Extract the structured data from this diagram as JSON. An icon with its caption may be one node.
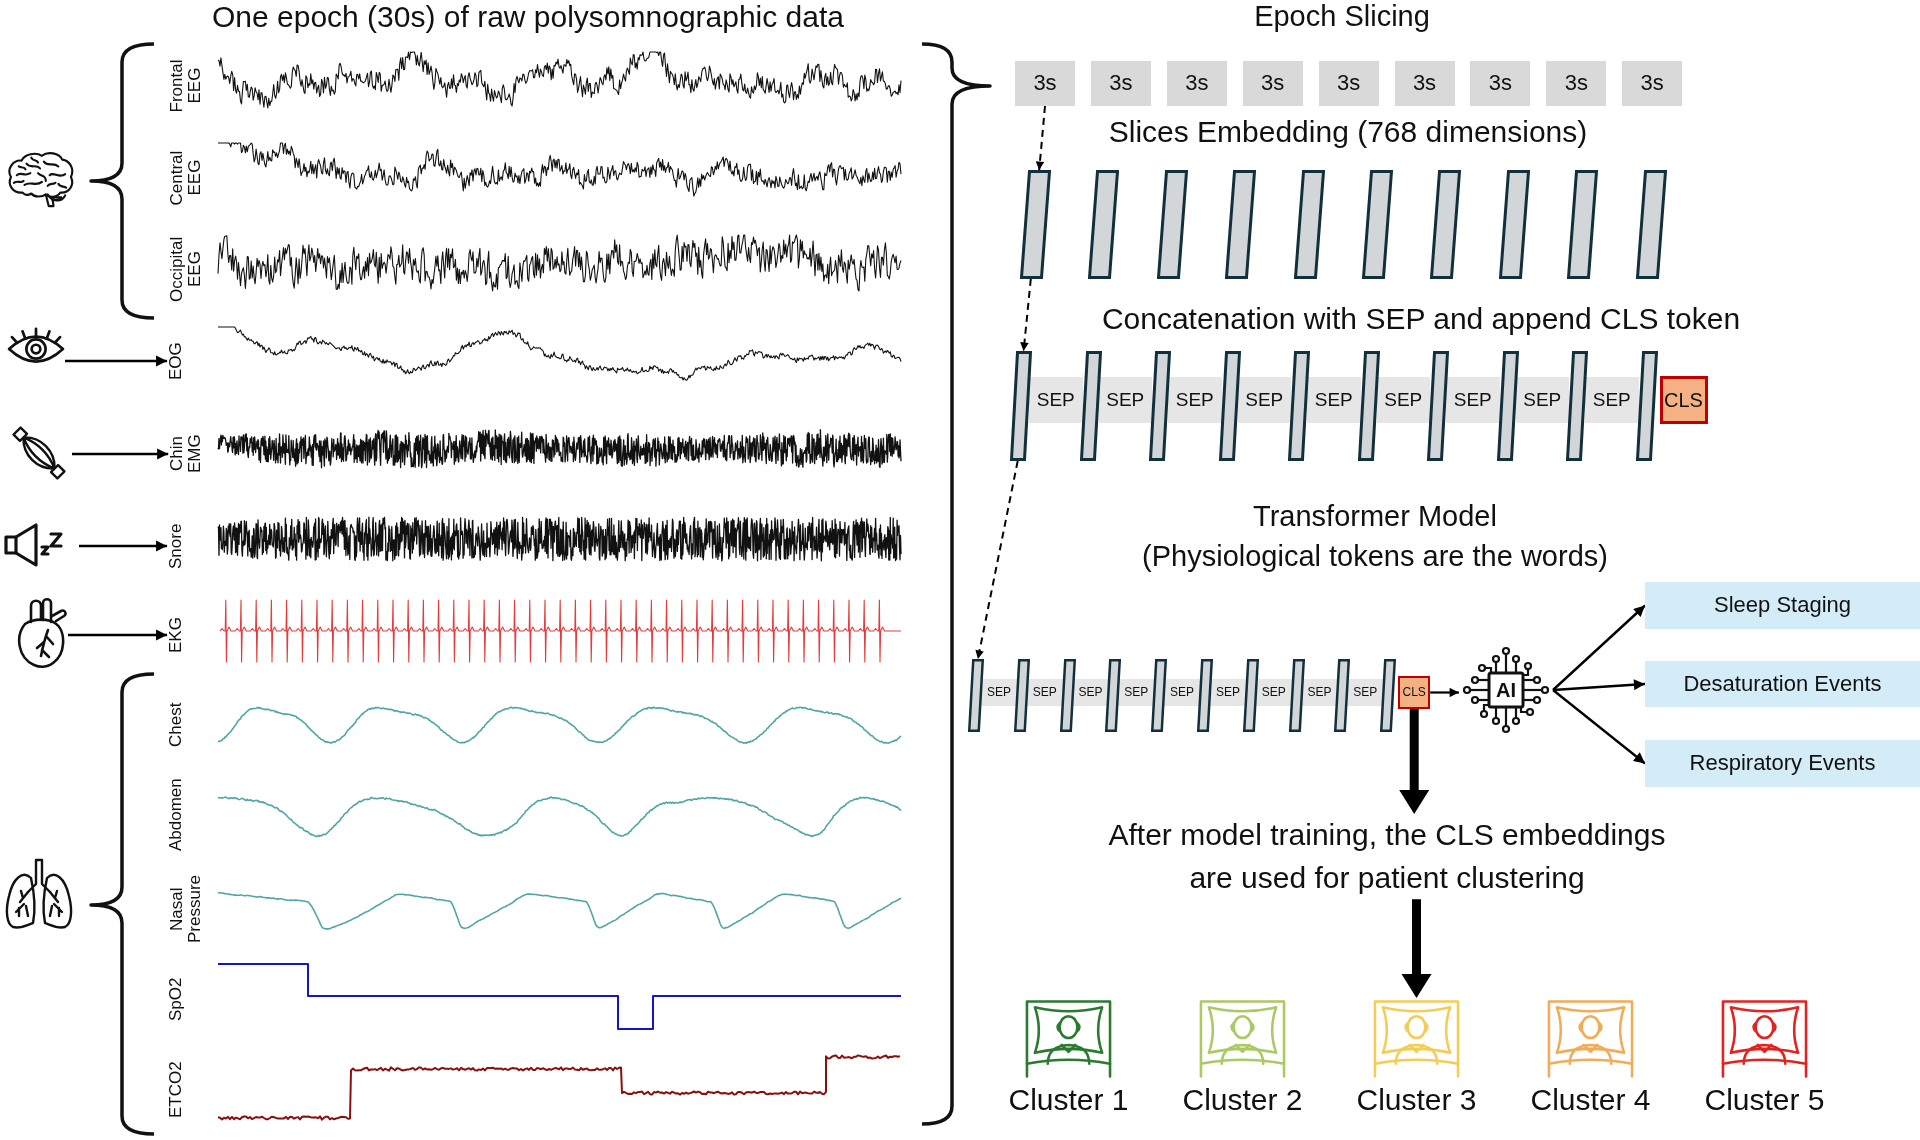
{
  "diagram": {
    "nodes": [
      {
        "text": [],
        "shape": "picture"
      },
      {
        "text": [],
        "shape": "picture"
      },
      {
        "text": [
          "EOG"
        ]
      },
      {
        "text": [],
        "shape": "picture"
      },
      {
        "text": [
          "Chin EMG"
        ]
      },
      {
        "text": [],
        "shape": "picture"
      },
      {
        "text": [
          "Snore"
        ]
      },
      {
        "text": [],
        "shape": "picture"
      },
      {
        "text": [
          "EKG"
        ]
      },
      {
        "text": [],
        "shape": "picture"
      },
      {
        "text": [
          "3s"
        ]
      },
      {
        "text": [
          "3s"
        ]
      },
      {
        "text": [
          "3s"
        ]
      },
      {
        "text": [
          "3s"
        ]
      },
      {
        "text": [
          "3s"
        ]
      },
      {
        "text": [
          "3s"
        ]
      },
      {
        "text": [
          "3s"
        ]
      },
      {
        "text": [
          "3s"
        ]
      },
      {
        "text": [
          "3s"
        ]
      },
      {
        "text": [],
        "shape": "bar"
      },
      {
        "text": [],
        "shape": "bar"
      },
      {
        "text": [],
        "shape": "bar"
      },
      {
        "text": [],
        "shape": "bar"
      },
      {
        "text": [],
        "shape": "bar"
      },
      {
        "text": [],
        "shape": "bar"
      },
      {
        "text": [],
        "shape": "bar"
      },
      {
        "text": [],
        "shape": "bar"
      },
      {
        "text": [],
        "shape": "bar"
      },
      {
        "text": [],
        "shape": "bar"
      },
      {
        "text": [],
        "shape": "bar"
      },
      {
        "text": [
          "SEP"
        ]
      },
      {
        "text": [],
        "shape": "bar"
      },
      {
        "text": [
          "SEP"
        ]
      },
      {
        "text": [],
        "shape": "bar"
      },
      {
        "text": [
          "SEP"
        ]
      },
      {
        "text": [],
        "shape": "bar"
      },
      {
        "text": [
          "SEP"
        ]
      },
      {
        "text": [],
        "shape": "bar"
      },
      {
        "text": [
          "SEP"
        ]
      },
      {
        "text": [],
        "shape": "bar"
      },
      {
        "text": [
          "SEP"
        ]
      },
      {
        "text": [],
        "shape": "bar"
      },
      {
        "text": [
          "SEP"
        ]
      },
      {
        "text": [],
        "shape": "bar"
      },
      {
        "text": [
          "SEP"
        ]
      },
      {
        "text": [],
        "shape": "bar"
      },
      {
        "text": [
          "SEP"
        ]
      },
      {
        "text": [],
        "shape": "bar"
      },
      {
        "text": [
          "CLS"
        ]
      },
      {
        "text": [],
        "shape": "bar"
      },
      {
        "text": [
          "SEP"
        ]
      },
      {
        "text": [],
        "shape": "bar"
      },
      {
        "text": [
          "SEP"
        ]
      },
      {
        "text": [],
        "shape": "bar"
      },
      {
        "text": [
          "SEP"
        ]
      },
      {
        "text": [],
        "shape": "bar"
      },
      {
        "text": [
          "SEP"
        ]
      },
      {
        "text": [],
        "shape": "bar"
      },
      {
        "text": [
          "SEP"
        ]
      },
      {
        "text": [],
        "shape": "bar"
      },
      {
        "text": [
          "SEP"
        ]
      },
      {
        "text": [],
        "shape": "bar"
      },
      {
        "text": [
          "SEP"
        ]
      },
      {
        "text": [],
        "shape": "bar"
      },
      {
        "text": [
          "SEP"
        ]
      },
      {
        "text": [],
        "shape": "bar"
      },
      {
        "text": [
          "SEP"
        ]
      },
      {
        "text": [],
        "shape": "bar"
      },
      {
        "text": [
          "CLS"
        ]
      },
      {
        "text": [
          "AI"
        ]
      },
      {
        "text": [
          "Sleep Staging"
        ]
      },
      {
        "text": [
          "Desaturation Events"
        ]
      },
      {
        "text": [
          "Respiratory Events"
        ]
      },
      {
        "text": [
          "After model training, the CLS embeddings are used for patient clustering"
        ]
      },
      {
        "text": [
          "Cluster 1"
        ]
      },
      {
        "text": [
          "Cluster 2"
        ]
      },
      {
        "text": [
          "Cluster 3"
        ]
      },
      {
        "text": [
          "Cluster 4"
        ]
      },
      {
        "text": [
          "Cluster 5"
        ]
      }
    ],
    "edges": [
      {
        "from": 1,
        "to": 2,
        "arrow": "to"
      },
      {
        "from": 3,
        "to": 4,
        "arrow": "to"
      },
      {
        "from": 5,
        "to": 6,
        "arrow": "to"
      },
      {
        "from": 7,
        "to": 8,
        "arrow": "to"
      },
      {
        "from": 10,
        "to": 19,
        "arrow": "to",
        "style": "dashed"
      },
      {
        "from": 19,
        "to": 29,
        "arrow": "to",
        "style": "dashed"
      },
      {
        "from": 29,
        "to": 49,
        "arrow": "to",
        "style": "dashed"
      },
      {
        "from": 68,
        "to": 69,
        "arrow": "to"
      },
      {
        "from": 69,
        "to": 70,
        "arrow": "to"
      },
      {
        "from": 69,
        "to": 71,
        "arrow": "to"
      },
      {
        "from": 69,
        "to": 72,
        "arrow": "to"
      },
      {
        "from": 68,
        "to": 73,
        "arrow": "to",
        "style": "thick"
      },
      {
        "from": 73,
        "to": 76,
        "arrow": "to",
        "style": "thick"
      }
    ],
    "labels": [
      "One epoch (30s) of raw polysomnographic data",
      "Epoch Slicing",
      "Frontal EEG",
      "Central EEG",
      "Occipital EEG",
      "Chest",
      "Abdomen",
      "Nasal Pressure",
      "SpO2",
      "ETCO2",
      "Slices Embedding (768 dimensions)",
      "Concatenation with SEP and append CLS token",
      "Transformer Model",
      "(Physiological tokens are the words)"
    ]
  }
}
